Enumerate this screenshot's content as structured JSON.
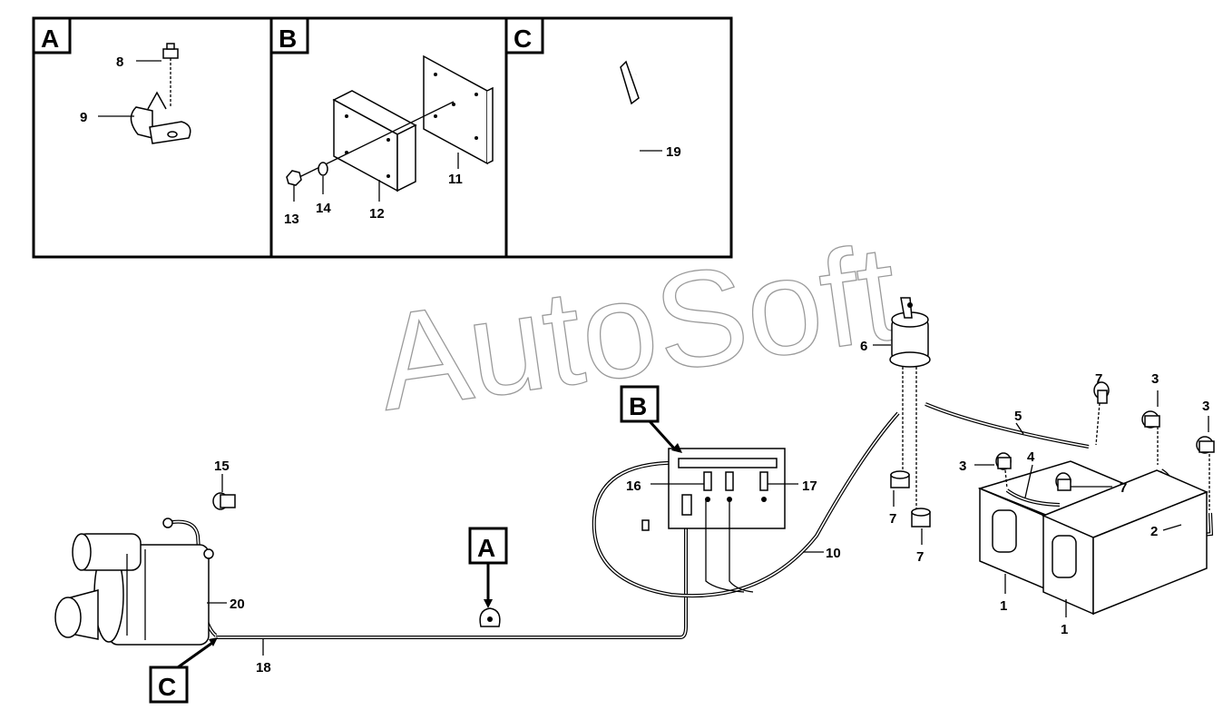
{
  "watermark": "AutoSoft",
  "detail_panels": [
    {
      "id": "A",
      "label": "A",
      "parts": [
        "8",
        "9"
      ]
    },
    {
      "id": "B",
      "label": "B",
      "parts": [
        "11",
        "12",
        "13",
        "14"
      ]
    },
    {
      "id": "C",
      "label": "C",
      "parts": [
        "19"
      ]
    }
  ],
  "callout_tags": {
    "a": "A",
    "b": "B",
    "c": "C"
  },
  "part_numbers": {
    "p1a": "1",
    "p1b": "1",
    "p2": "2",
    "p3a": "3",
    "p3b": "3",
    "p3c": "3",
    "p4": "4",
    "p5": "5",
    "p6": "6",
    "p7a": "7",
    "p7b": "7",
    "p7c": "7",
    "p7d": "7",
    "p8": "8",
    "p9": "9",
    "p10": "10",
    "p11": "11",
    "p12": "12",
    "p13": "13",
    "p14": "14",
    "p15": "15",
    "p16": "16",
    "p17": "17",
    "p18": "18",
    "p19": "19",
    "p20": "20"
  },
  "components": {
    "battery": "battery",
    "main_switch": "battery disconnect switch",
    "starter_motor": "starter motor",
    "fuse_box": "fuse box",
    "cable_clamp": "cable clamp",
    "cable_tie": "cable tie",
    "terminal_cap": "terminal cap"
  }
}
